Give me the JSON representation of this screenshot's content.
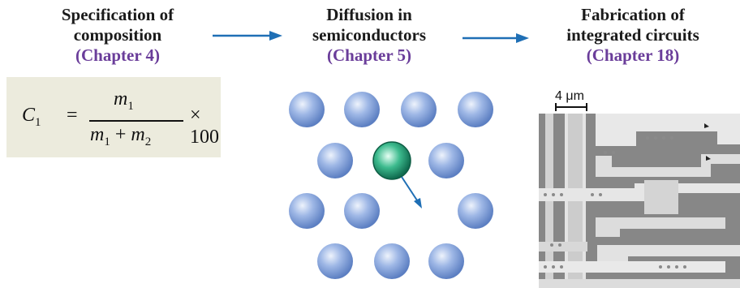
{
  "columns": [
    {
      "line1": "Specification of",
      "line2": "composition",
      "chapter": "(Chapter 4)"
    },
    {
      "line1": "Diffusion in",
      "line2": "semiconductors",
      "chapter": "(Chapter 5)"
    },
    {
      "line1": "Fabrication of",
      "line2": "integrated circuits",
      "chapter": "(Chapter 18)"
    }
  ],
  "formula": {
    "lhs": "C",
    "lhs_sub": "1",
    "equals": "=",
    "numerator": "m",
    "numerator_sub": "1",
    "denominator_a": "m",
    "denominator_a_sub": "1",
    "plus": "+",
    "denominator_b": "m",
    "denominator_b_sub": "2",
    "times": "× 100"
  },
  "micrograph": {
    "scale_label": "4 μm"
  },
  "colors": {
    "title_text": "#1a1a1a",
    "chapter_text": "#6a3d9a",
    "arrow": "#1f6fb5",
    "formula_bg": "#ecebdd",
    "atom": "#7a9bd6",
    "solute_atom": "#1a8a6a"
  }
}
